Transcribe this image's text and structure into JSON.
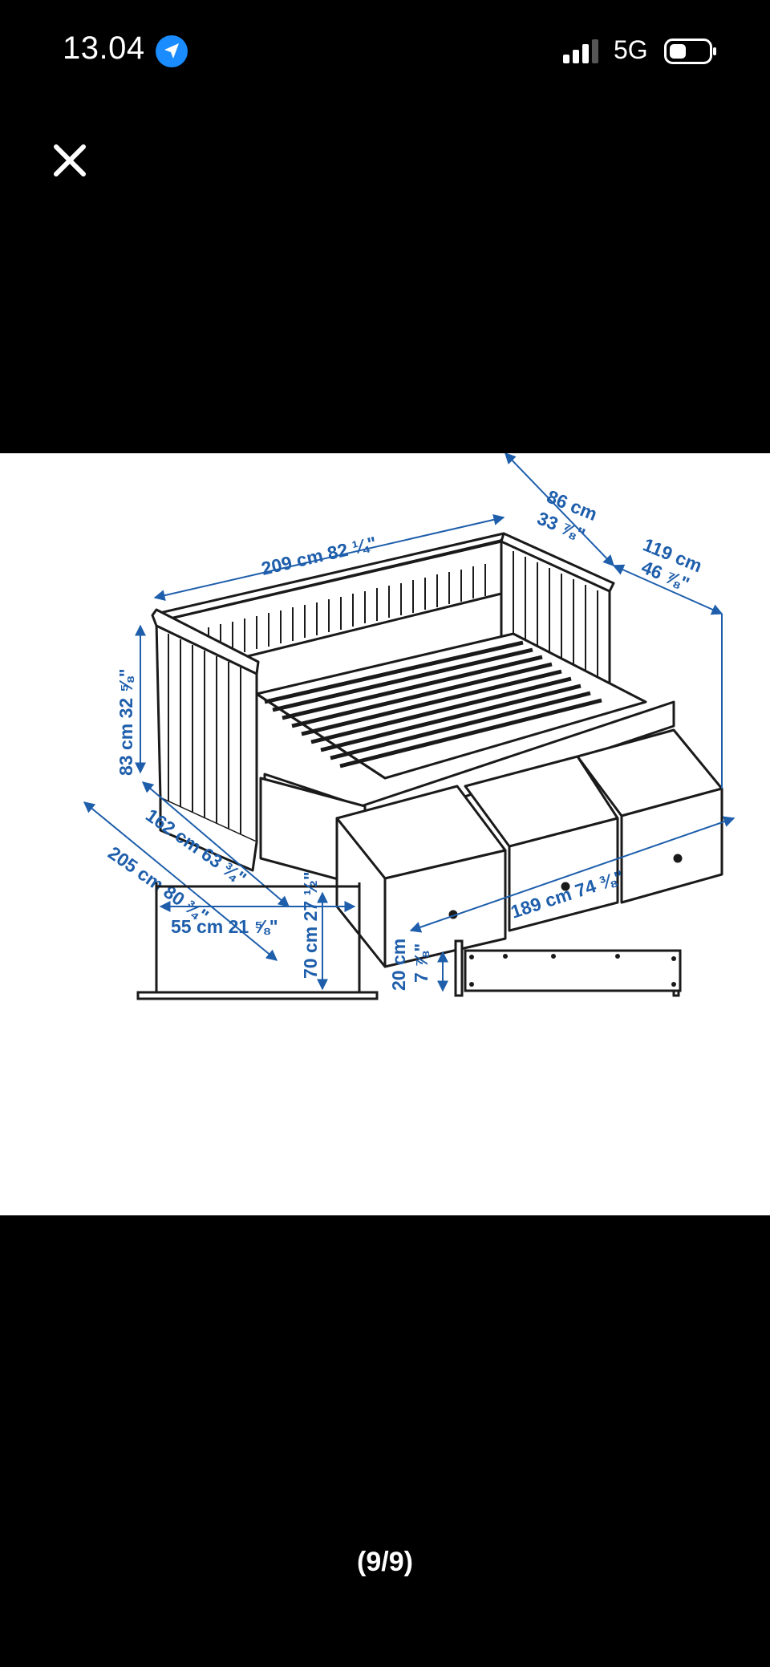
{
  "status_bar": {
    "time": "13.04",
    "network": "5G",
    "icons": [
      "location-arrow-icon",
      "signal-bars-icon",
      "battery-icon"
    ]
  },
  "viewer": {
    "close_icon": "close-icon",
    "counter": "(9/9)"
  },
  "diagram": {
    "labels": {
      "overall_length": "209 cm 82 ¼\"",
      "depth_cm": "86 cm",
      "depth_in": "33 ⅞\"",
      "extended_depth_cm": "119 cm",
      "extended_depth_in": "46 ⅞\"",
      "height": "83 cm 32 ⅝\"",
      "mid_width": "162 cm 63 ¾\"",
      "extended_width": "205 cm 80 ¾\"",
      "drawer_row_length": "189 cm 74 ⅜\"",
      "drawer_width": "55 cm 21 ⅝\"",
      "drawer_depth": "70 cm 27 ½\"",
      "drawer_height_cm": "20 cm",
      "drawer_height_in": "7 ⅞\""
    },
    "colors": {
      "dimension": "#1e5eab",
      "line": "#1a1a1a",
      "background": "#ffffff"
    }
  }
}
